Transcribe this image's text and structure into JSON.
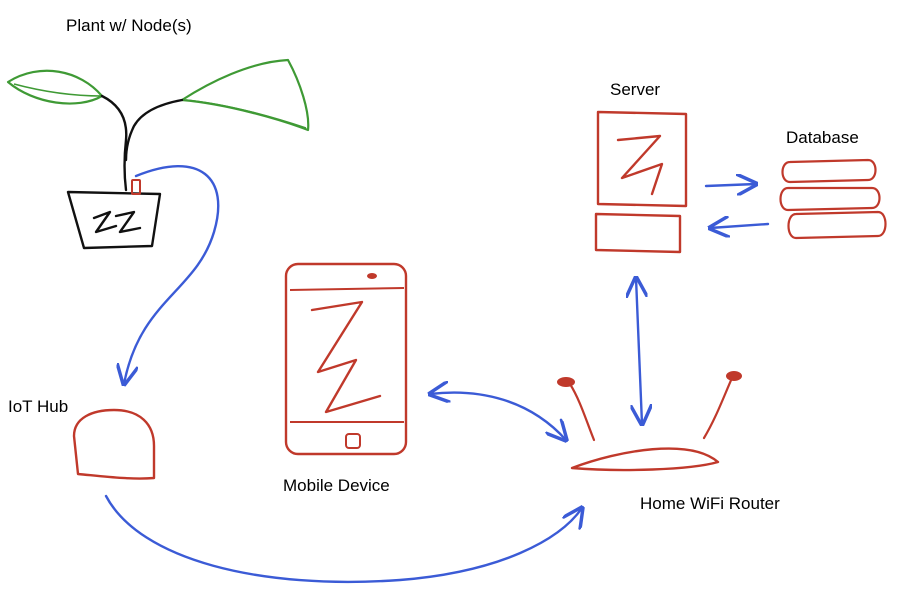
{
  "labels": {
    "plant": "Plant w/ Node(s)",
    "server": "Server",
    "database": "Database",
    "iot_hub": "IoT Hub",
    "mobile_device": "Mobile Device",
    "router": "Home WiFi Router"
  },
  "colors": {
    "device_stroke": "#c0392b",
    "arrow_stroke": "#3b5bd6",
    "leaf_stroke": "#3f9a35",
    "ink": "#111111"
  },
  "icons": {
    "plant": "potted-plant-icon",
    "server": "server-icon",
    "database": "database-icon",
    "iot_hub": "iot-hub-icon",
    "mobile_device": "smartphone-icon",
    "router": "wifi-router-icon"
  }
}
